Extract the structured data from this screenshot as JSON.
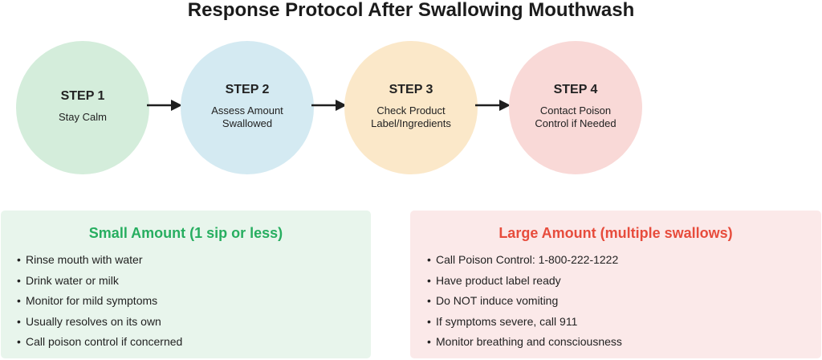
{
  "title": "Response Protocol After Swallowing Mouthwash",
  "steps": [
    {
      "num": "STEP 1",
      "desc": "Stay Calm",
      "color": "#d4eddb"
    },
    {
      "num": "STEP 2",
      "desc": "Assess Amount\nSwallowed",
      "color": "#d4eaf2"
    },
    {
      "num": "STEP 3",
      "desc": "Check Product\nLabel/Ingredients",
      "color": "#fbe8c9"
    },
    {
      "num": "STEP 4",
      "desc": "Contact Poison\nControl if Needed",
      "color": "#f9d9d7"
    }
  ],
  "arrow_color": "#1f1f1f",
  "small": {
    "heading": "Small Amount (1 sip or less)",
    "heading_color": "#27ae60",
    "bg": "#e8f5ec",
    "items": [
      "Rinse mouth with water",
      "Drink water or milk",
      "Monitor for mild symptoms",
      "Usually resolves on its own",
      "Call poison control if concerned"
    ]
  },
  "large": {
    "heading": "Large Amount (multiple swallows)",
    "heading_color": "#e74c3c",
    "bg": "#fbe9e9",
    "items": [
      "Call Poison Control: 1-800-222-1222",
      "Have product label ready",
      "Do NOT induce vomiting",
      "If symptoms severe, call 911",
      "Monitor breathing and consciousness"
    ]
  },
  "bullet": "•"
}
